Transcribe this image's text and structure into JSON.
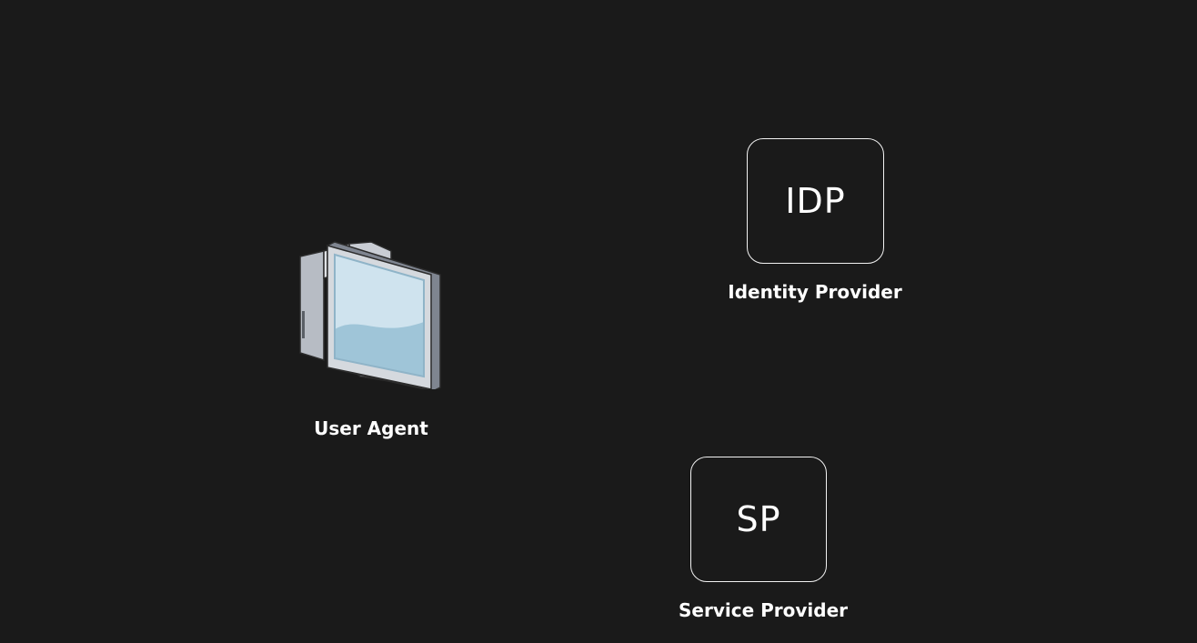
{
  "diagram": {
    "nodes": {
      "user_agent": {
        "label": "User Agent",
        "icon": "desktop-computer-icon"
      },
      "idp": {
        "box_text": "IDP",
        "label": "Identity Provider"
      },
      "sp": {
        "box_text": "SP",
        "label": "Service Provider"
      }
    },
    "colors": {
      "background": "#1a1a1a",
      "foreground": "#ffffff",
      "screen": "#a9cde0"
    }
  }
}
